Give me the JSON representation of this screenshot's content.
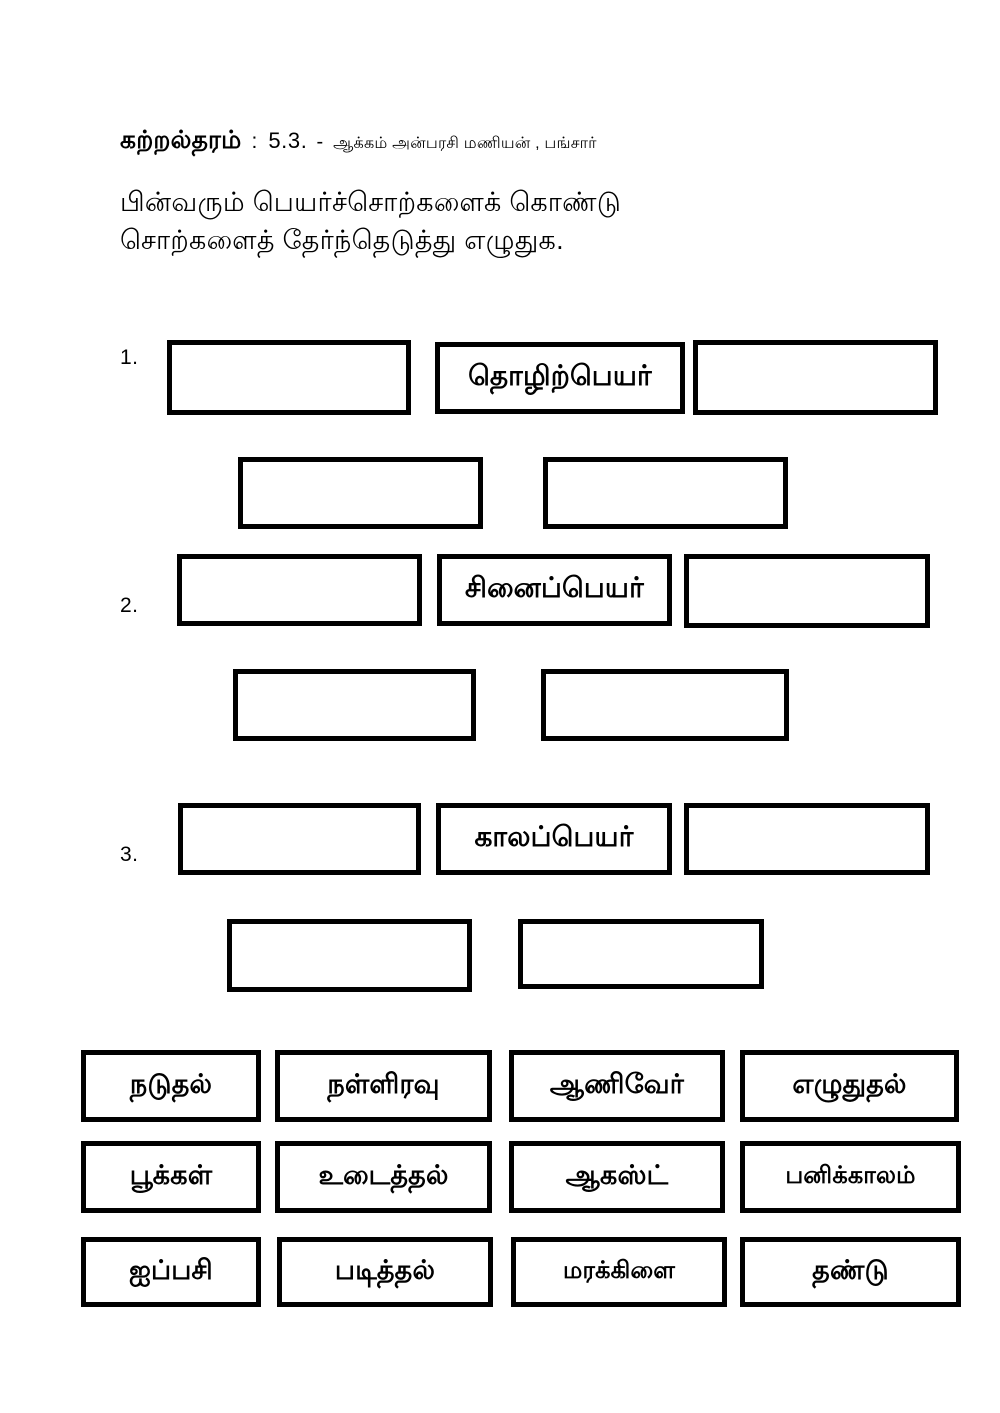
{
  "header": {
    "standard_label": "கற்றல்தரம்",
    "colon": ":",
    "code": "5.3.",
    "dash": "-",
    "credit": "ஆக்கம் அன்பரசி மணியன் , பங்சார்"
  },
  "instruction": {
    "line1": "பின்வரும் பெயர்ச்சொற்களைக் கொண்டு",
    "line2": "சொற்களைத் தேர்ந்தெடுத்து எழுதுக."
  },
  "sections": [
    {
      "number": "1.",
      "center_label": "தொழிற்பெயர்",
      "blank_count": 4
    },
    {
      "number": "2.",
      "center_label": "சினைப்பெயர்",
      "blank_count": 4
    },
    {
      "number": "3.",
      "center_label": "காலப்பெயர்",
      "blank_count": 4
    }
  ],
  "word_bank": {
    "rows": [
      [
        "நடுதல்",
        "நள்ளிரவு",
        "ஆணிவேர்",
        "எழுதுதல்"
      ],
      [
        "பூக்கள்",
        "உடைத்தல்",
        "ஆகஸ்ட்",
        "பனிக்காலம்"
      ],
      [
        "ஐப்பசி",
        "படித்தல்",
        "மரக்கிளை",
        "தண்டு"
      ]
    ]
  },
  "colors": {
    "ink": "#000000",
    "paper": "#ffffff"
  }
}
